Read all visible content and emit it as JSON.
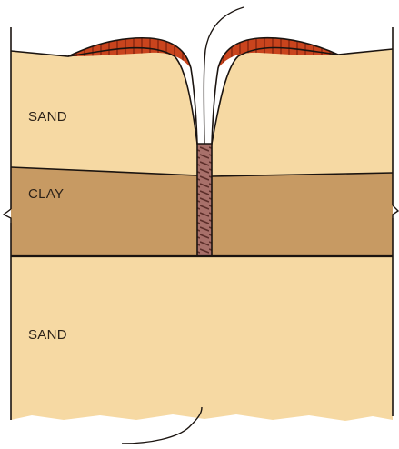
{
  "diagram": {
    "layers": [
      {
        "id": "sand-top",
        "label": "SAND",
        "color": "#f6d9a3"
      },
      {
        "id": "clay",
        "label": "CLAY",
        "color": "#c79a63"
      },
      {
        "id": "sand-bottom",
        "label": "SAND",
        "color": "#f6d9a3"
      }
    ],
    "colors": {
      "spoil_mound": "#c9441d",
      "spoil_hatch": "#7a1f0c",
      "well_casing": "#a8706a",
      "outline": "#1b1410"
    }
  }
}
